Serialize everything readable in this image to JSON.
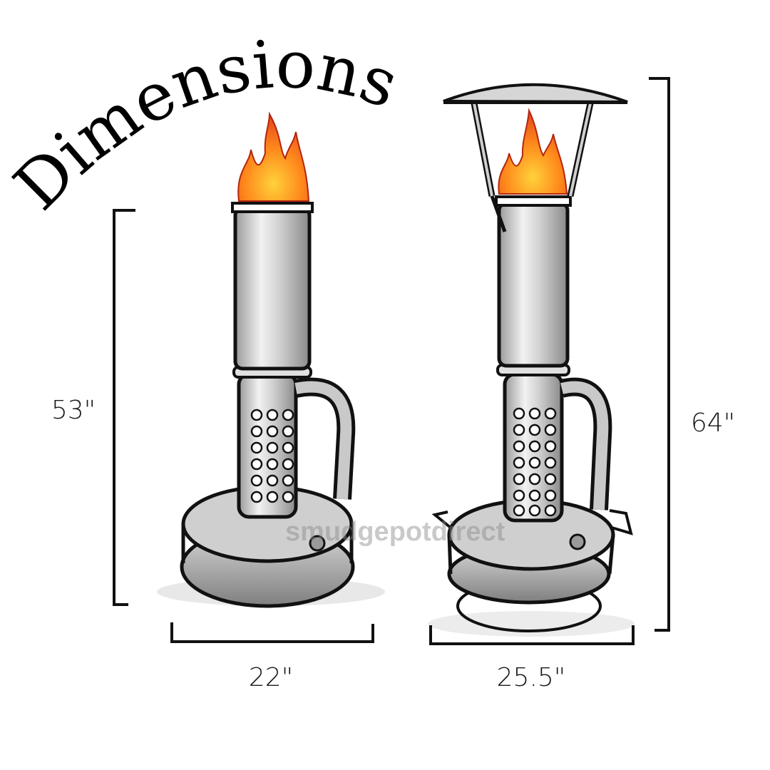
{
  "title": "Dimensions",
  "watermark": "smudgepotdirect",
  "products": [
    {
      "name": "smudge-pot-standard",
      "height_label": "53\"",
      "width_label": "22\""
    },
    {
      "name": "smudge-pot-with-hood",
      "height_label": "64\"",
      "width_label": "25.5\""
    }
  ],
  "colors": {
    "ink": "#111111",
    "steel_light": "#e6e6e6",
    "steel_mid": "#bdbdbd",
    "steel_dark": "#8f8f8f",
    "flame_outer": "#f05a1a",
    "flame_inner": "#ffb21a"
  }
}
